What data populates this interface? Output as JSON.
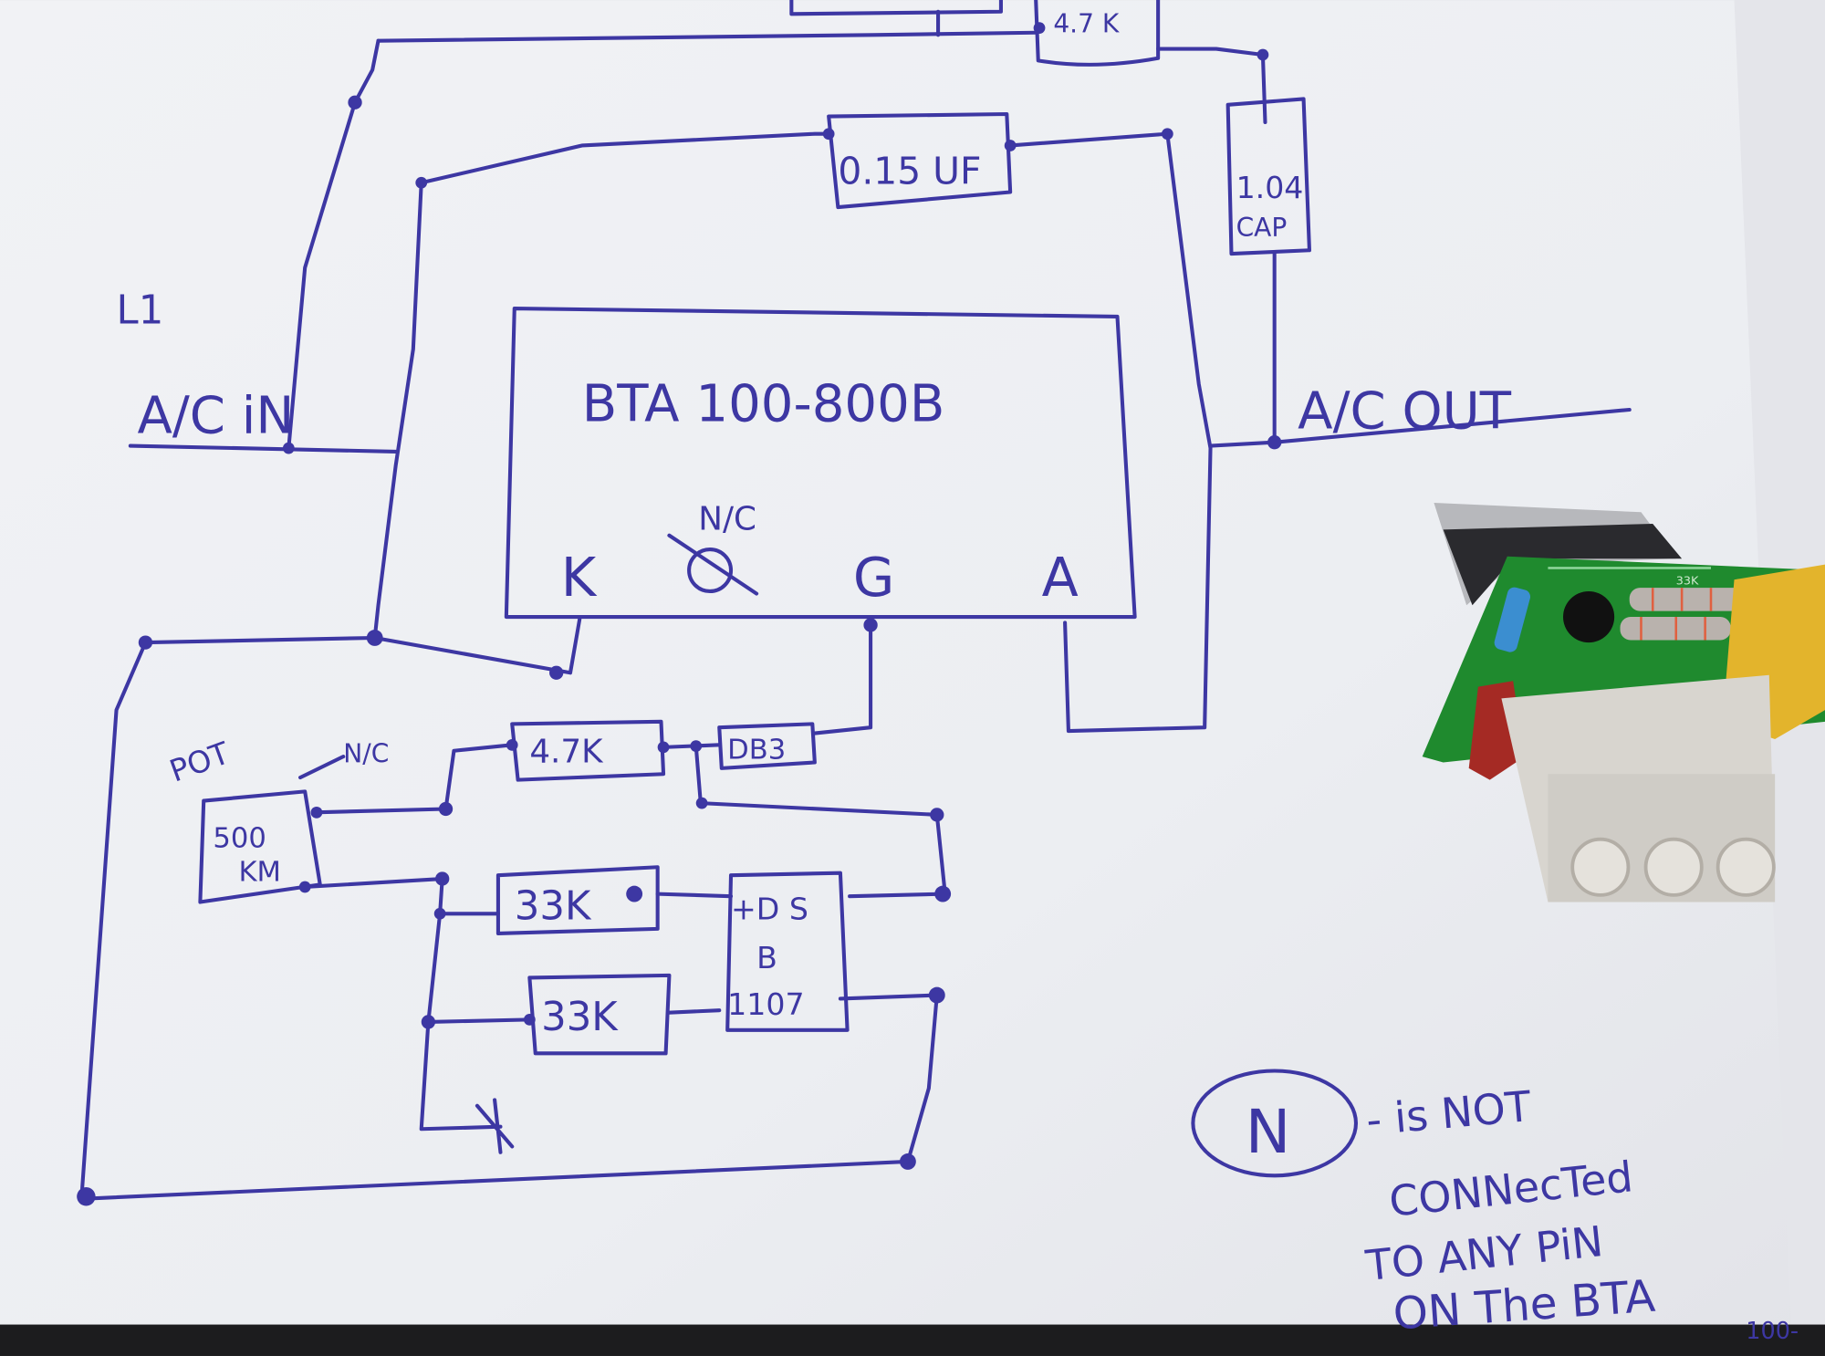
{
  "diagram": {
    "ink_color": "#3d37a3",
    "paper_color": "#eceef2",
    "labels": {
      "line": "L1",
      "ac_in": "A/C iN",
      "ac_out": "A/C OUT",
      "triac": "BTA 100-800B",
      "pin_nc": "N/C",
      "pin_k": "K",
      "pin_g": "G",
      "pin_a": "A",
      "res_top": "4.7 K",
      "cap_015": "0.15 UF",
      "cap_104_value": "1.04",
      "cap_104_type": "CAP",
      "pot_label": "POT",
      "pot_nc": "N/C",
      "pot_value_1": "500",
      "pot_value_2": "KM",
      "res_47k": "4.7K",
      "diac": "DB3",
      "res_33k_1": "33K",
      "res_33k_2": "33K",
      "ic_1": "+D  S",
      "ic_2": "B",
      "ic_3": "1107",
      "note_symbol": "N",
      "note_line_1": "- is NOT",
      "note_line_2": "CONNecTed",
      "note_line_3": "TO ANY PiN",
      "note_line_4": "ON The BTA",
      "note_line_5": "100-"
    },
    "photo": {
      "description_items": [
        "pcb-module"
      ],
      "pcb_silkscreen": "33K"
    }
  }
}
